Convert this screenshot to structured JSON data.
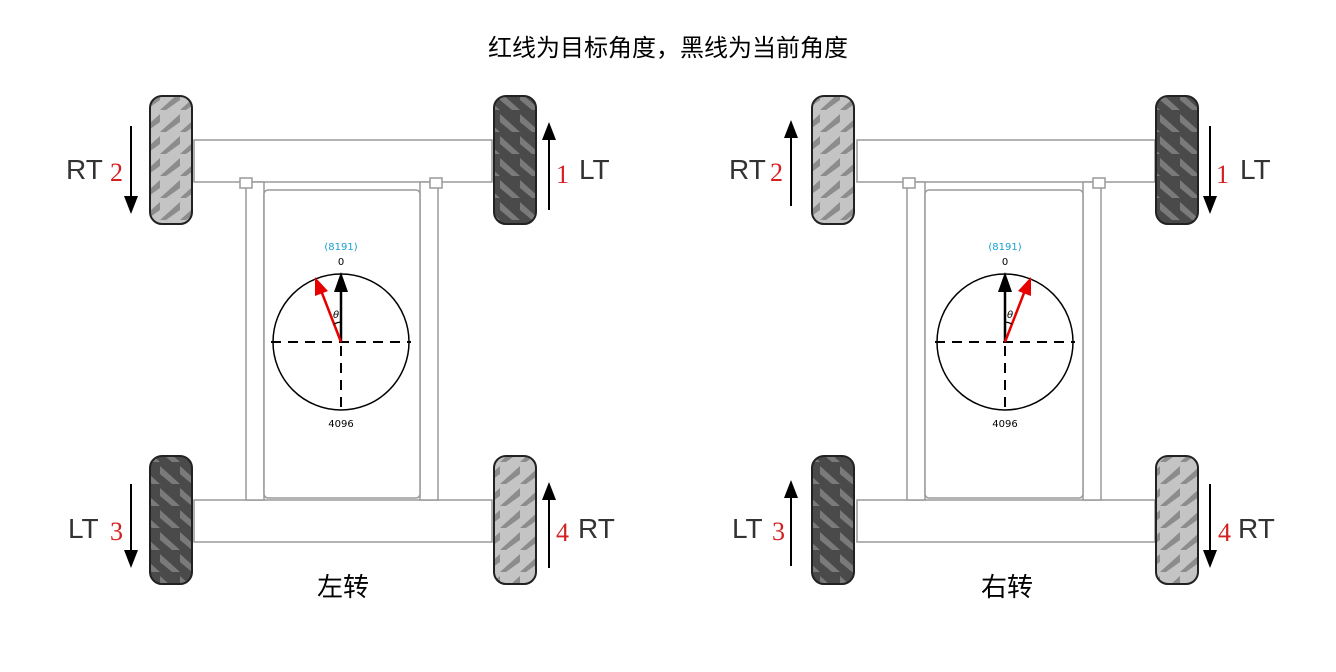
{
  "title": "红线为目标角度，黑线为当前角度",
  "colors": {
    "target_line": "#e60000",
    "current_line": "#000000",
    "wheel_number": "#d42020",
    "max_value": "#1a9fd0",
    "wheel_light": "#b8b8b8",
    "wheel_dark": "#5a5a5a"
  },
  "left_panel": {
    "caption": "左转",
    "encoder": {
      "max_label": "(8191)",
      "top_label": "0",
      "bottom_label": "4096",
      "theta": "θ"
    },
    "wheels": {
      "w1": {
        "text": "LT",
        "num": "1",
        "arrow": "up"
      },
      "w2": {
        "text": "RT",
        "num": "2",
        "arrow": "down"
      },
      "w3": {
        "text": "LT",
        "num": "3",
        "arrow": "down"
      },
      "w4": {
        "text": "RT",
        "num": "4",
        "arrow": "up"
      }
    },
    "target_direction": "counter-clockwise from 0"
  },
  "right_panel": {
    "caption": "右转",
    "encoder": {
      "max_label": "(8191)",
      "top_label": "0",
      "bottom_label": "4096",
      "theta": "θ"
    },
    "wheels": {
      "w1": {
        "text": "LT",
        "num": "1",
        "arrow": "down"
      },
      "w2": {
        "text": "RT",
        "num": "2",
        "arrow": "up"
      },
      "w3": {
        "text": "LT",
        "num": "3",
        "arrow": "up"
      },
      "w4": {
        "text": "RT",
        "num": "4",
        "arrow": "down"
      }
    },
    "target_direction": "clockwise from 0"
  }
}
